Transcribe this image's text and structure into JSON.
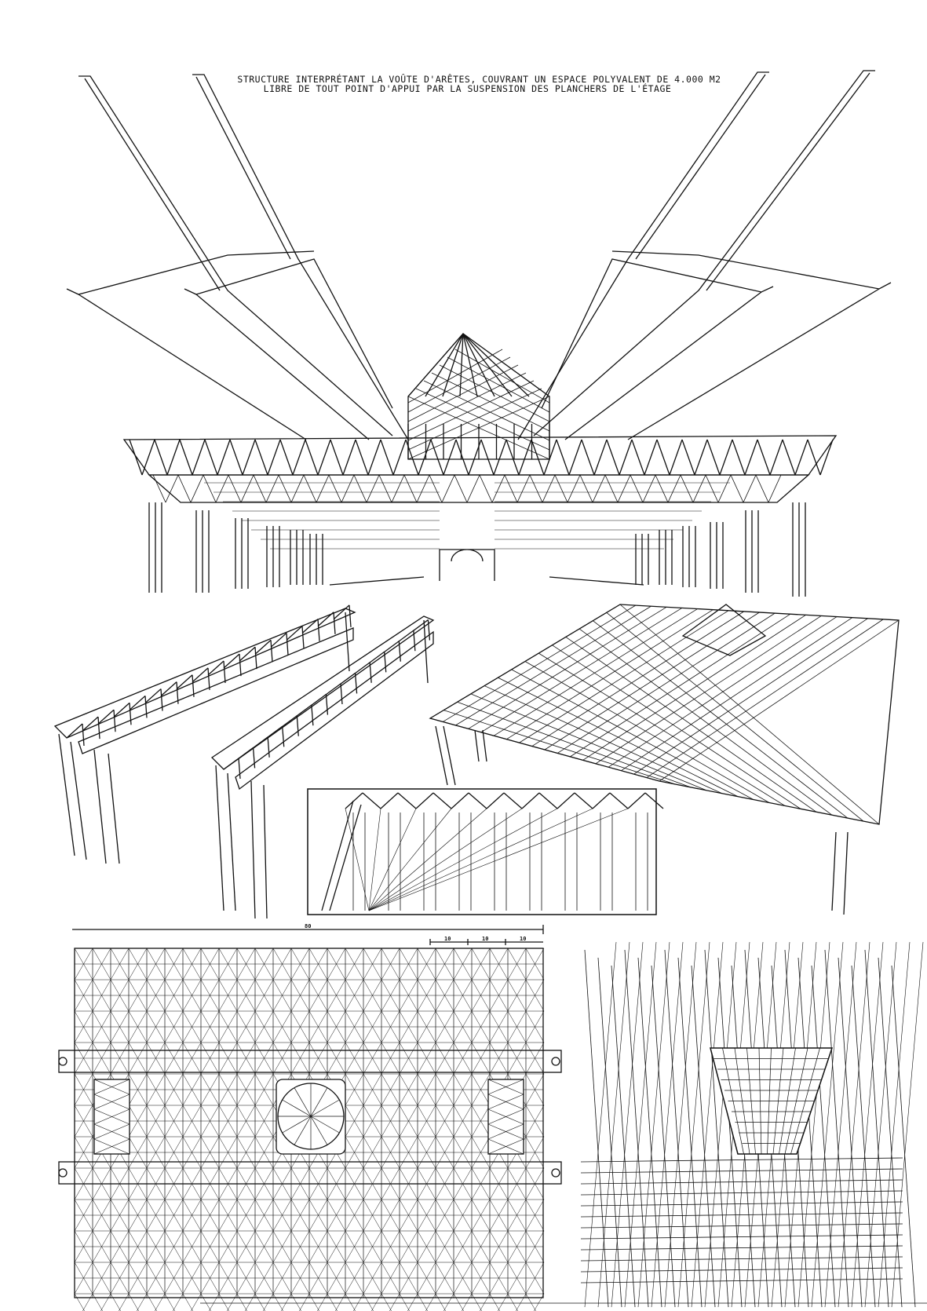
{
  "title": {
    "line1": "STRUCTURE INTERPRÉTANT LA VOÛTE D'ARÊTES, COUVRANT UN ESPACE POLYVALENT DE 4.000 M2",
    "line2": "LIBRE DE TOUT POINT D'APPUI  PAR LA SUSPENSION DES PLANCHERS DE L'ÉTAGE"
  },
  "scale_bar": {
    "total_label": "80",
    "segment_labels": [
      "10",
      "10",
      "10"
    ]
  },
  "colors": {
    "ink": "#111111",
    "paper": "#ffffff"
  }
}
